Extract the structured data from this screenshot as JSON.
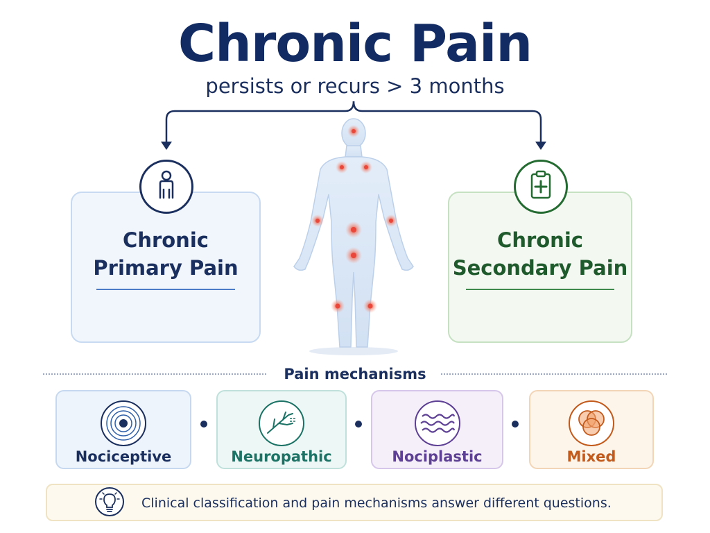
{
  "header": {
    "title": "Chronic Pain",
    "subtitle": "persists or recurs > 3 months"
  },
  "categories": [
    {
      "id": "primary",
      "line1": "Chronic",
      "line2": "Primary Pain",
      "color": "#1b2f5e",
      "icon": "person-icon"
    },
    {
      "id": "secondary",
      "line1": "Chronic",
      "line2": "Secondary Pain",
      "color": "#236b31",
      "icon": "clipboard-plus-icon"
    }
  ],
  "mechanisms": {
    "label": "Pain mechanisms",
    "items": [
      {
        "label": "Nociceptive",
        "color": "#1b2f5e",
        "icon": "concentric-circles-icon"
      },
      {
        "label": "Neuropathic",
        "color": "#1b7265",
        "icon": "nerve-branch-icon"
      },
      {
        "label": "Nociplastic",
        "color": "#5d3f94",
        "icon": "waves-icon"
      },
      {
        "label": "Mixed",
        "color": "#c25a1c",
        "icon": "overlapping-circles-icon"
      }
    ]
  },
  "footer_note": {
    "text": "Clinical classification and pain mechanisms answer different questions.",
    "icon": "lightbulb-icon"
  },
  "colors": {
    "pain_point": "#e8473a",
    "body_fill": "#dbe8f7"
  }
}
